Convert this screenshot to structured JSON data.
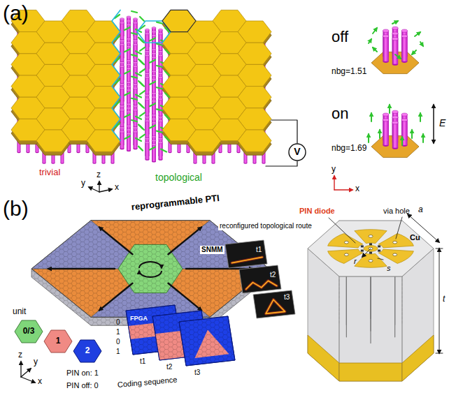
{
  "diagram": {
    "nodes": [
      {
        "text": [
          "V"
        ]
      },
      {
        "text": [
          "0/3"
        ]
      },
      {
        "text": [
          "1"
        ]
      },
      {
        "text": [
          "2"
        ]
      }
    ],
    "labels": [
      "(a)",
      "off",
      "nbg=1.51",
      "on",
      "E",
      "nbg=1.69",
      "trivial",
      "y",
      "z",
      "x",
      "topological",
      "y",
      "x",
      "(b)",
      "reprogrammable PTI",
      "reconfigured topological route",
      "SNMM",
      "t1",
      "t2",
      "t3",
      "PIN diode",
      "via hole",
      "Cu",
      "a",
      "r",
      "s",
      "t",
      "unit",
      "FPGA",
      "z",
      "y",
      "x",
      "PIN on: 1",
      "PIN off: 0",
      "Coding sequence",
      "t1",
      "t2",
      "t3",
      "0",
      "1",
      "0",
      "1"
    ]
  }
}
